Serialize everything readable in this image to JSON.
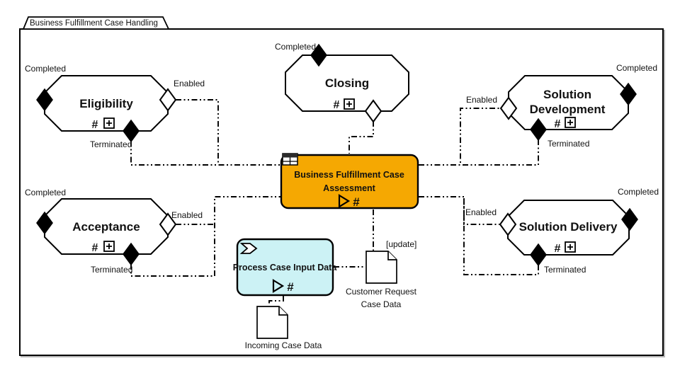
{
  "frame": {
    "title": "Business Fulfillment Case Handling"
  },
  "labels": {
    "completed": "Completed",
    "enabled": "Enabled",
    "terminated": "Terminated",
    "update": "[update]"
  },
  "markers": {
    "repetition": "#"
  },
  "stages": {
    "eligibility": {
      "name": "Eligibility"
    },
    "closing": {
      "name": "Closing"
    },
    "acceptance": {
      "name": "Acceptance"
    },
    "solution_development": {
      "name_line1": "Solution",
      "name_line2": "Development"
    },
    "solution_delivery": {
      "name": "Solution Delivery"
    }
  },
  "tasks": {
    "assessment": {
      "name_line1": "Business Fulfillment Case",
      "name_line2": "Assessment",
      "fill": "#F5A802"
    },
    "process_case_input": {
      "name": "Process Case Input Data",
      "fill": "#CCF2F5"
    }
  },
  "documents": {
    "customer_request": {
      "name_line1": "Customer Request",
      "name_line2": "Case Data"
    },
    "incoming": {
      "name": "Incoming Case Data"
    }
  }
}
